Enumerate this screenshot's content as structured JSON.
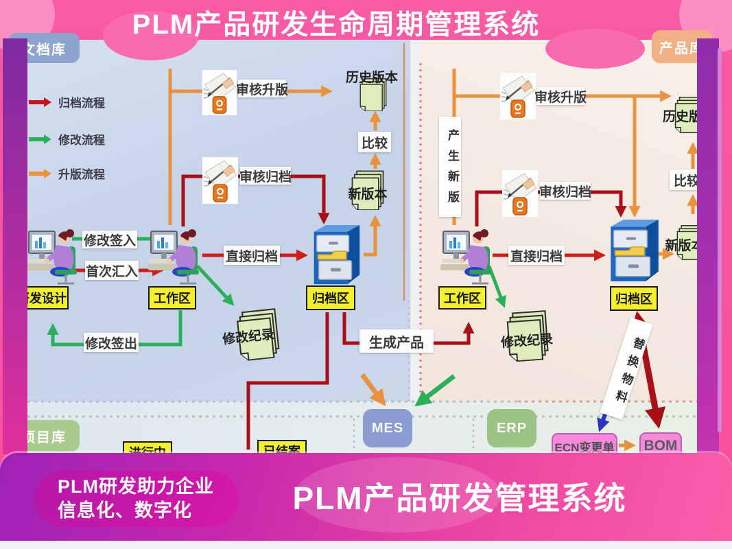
{
  "header": {
    "title": "PLM产品研发生命周期管理系统"
  },
  "footer": {
    "title": "PLM产品研发管理系统",
    "tagline_line1": "PLM研发助力企业",
    "tagline_line2": "信息化、数字化"
  },
  "legend": {
    "items": [
      {
        "label": "归档流程",
        "color": "#C0161D"
      },
      {
        "label": "修改流程",
        "color": "#2BAF5A"
      },
      {
        "label": "升版流程",
        "color": "#E8913F"
      }
    ]
  },
  "libraries": {
    "document": "文档库",
    "product": "产品库",
    "project": "项目库"
  },
  "left_flow": {
    "review_upgrade": "审核升版",
    "history_version": "历史版本",
    "compare": "比较",
    "new_version": "新版本",
    "review_archive": "审核归档",
    "modify_checkin": "修改签入",
    "first_import": "首次汇入",
    "rd_design": "研发设计",
    "workspace": "工作区",
    "direct_archive": "直接归档",
    "archive_area": "归档区",
    "modify_checkout": "修改签出",
    "modify_record": "修改纪录",
    "generate_product": "生成产品"
  },
  "right_flow": {
    "create_new_version": "产生新版",
    "review_upgrade": "审核升版",
    "review_archive": "审核归档",
    "history_version": "历史版本",
    "compare": "比较",
    "new_version": "新版本",
    "workspace": "工作区",
    "direct_archive": "直接归档",
    "archive_area": "归档区",
    "modify_record": "修改纪录",
    "replace_material": "替换物料",
    "ecn_change_order": "ECN变更单",
    "bom": "BOM"
  },
  "integration": {
    "mes": "MES",
    "erp": "ERP",
    "in_progress": "进行中",
    "closed": "已结案"
  },
  "colors": {
    "frame_pink": "#F8539F",
    "archive_flow": "#C0161D",
    "modify_flow": "#2BAF5A",
    "upgrade_flow": "#E8913F"
  }
}
